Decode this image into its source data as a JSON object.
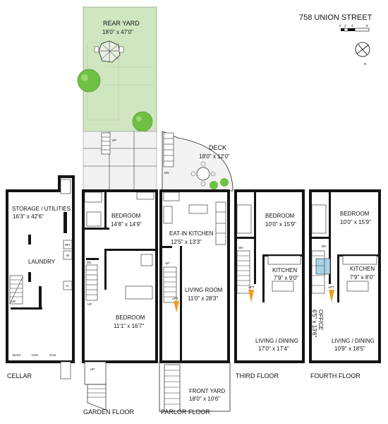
{
  "title": "758 UNION STREET",
  "scale": {
    "ticks": [
      "0",
      "2'",
      "4'",
      "8'"
    ]
  },
  "compass": {
    "label": "N"
  },
  "rear_yard": {
    "name": "REAR YARD",
    "dims": "18'0\" x 47'0\""
  },
  "deck": {
    "name": "DECK",
    "dims": "18'0\" x 12'0\""
  },
  "front_yard": {
    "name": "FRONT YARD",
    "dims": "18'0\" x 10'6\""
  },
  "cellar": {
    "title": "CELLAR",
    "storage": {
      "name": "STORAGE / UTILITIES",
      "dims": "16'3\" x 42'6\""
    },
    "laundry": "LAUNDRY",
    "utilities": [
      "ELEC",
      "H2O",
      "GAS"
    ],
    "small": [
      "WH",
      "W",
      "D"
    ]
  },
  "garden": {
    "title": "GARDEN FLOOR",
    "bedroom1": {
      "name": "BEDROOM",
      "dims": "14'8\" x 14'9\""
    },
    "bedroom2": {
      "name": "BEDROOM",
      "dims": "11'1\" x 16'7\""
    }
  },
  "parlor": {
    "title": "PARLOR FLOOR",
    "kitchen": {
      "name": "EAT-IN KITCHEN",
      "dims": "12'5\" x 13'3\""
    },
    "living": {
      "name": "LIVING ROOM",
      "dims": "11'0\" x 28'3\""
    }
  },
  "third": {
    "title": "THIRD FLOOR",
    "bedroom": {
      "name": "BEDROOM",
      "dims": "10'0\" x 15'9\""
    },
    "kitchen": {
      "name": "KITCHEN",
      "dims": "7'9\" x 9'0\""
    },
    "living": {
      "name": "LIVING / DINING",
      "dims": "17'0\" x 17'4\""
    }
  },
  "fourth": {
    "title": "FOURTH FLOOR",
    "bedroom": {
      "name": "BEDROOM",
      "dims": "10'0\" x 15'9\""
    },
    "kitchen": {
      "name": "KITCHEN",
      "dims": "7'9\" x 8'0\""
    },
    "office": {
      "name": "OFFICE",
      "dims": "6'5\" x 13'6\""
    },
    "living": {
      "name": "LIVING / DINING",
      "dims": "10'9\" x 18'5\""
    }
  },
  "stair_labels": {
    "up": "UP",
    "dn": "DN"
  },
  "apt_label": "APT",
  "colors": {
    "walls": "#141414",
    "yard": "#cfe6c0",
    "tree": "#6fc043",
    "stair_tag": "#f39a1d",
    "glass": "#a9d3e8"
  }
}
